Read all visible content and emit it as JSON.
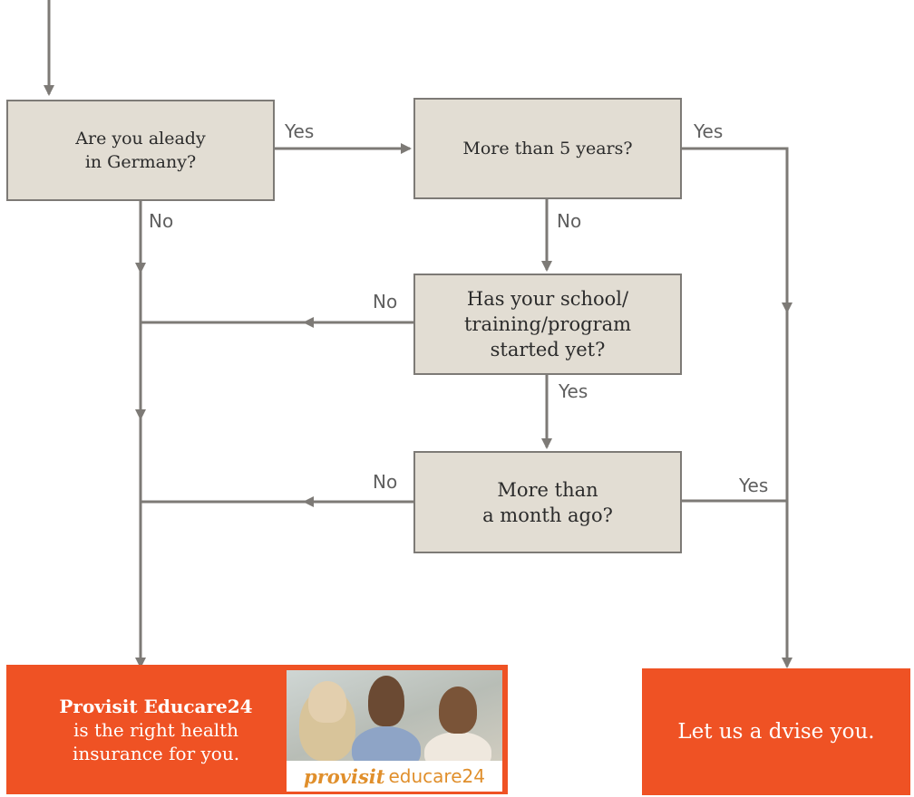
{
  "questions": {
    "q1": "Are you aleady\nin Germany?",
    "q2": "More than 5 years?",
    "q3": "Has your school/\ntraining/program\nstarted yet?",
    "q4": "More than\na month ago?"
  },
  "edge_labels": {
    "q1_yes": "Yes",
    "q1_no": "No",
    "q2_yes": "Yes",
    "q2_no": "No",
    "q3_no": "No",
    "q3_yes": "Yes",
    "q4_no": "No",
    "q4_yes": "Yes"
  },
  "results": {
    "left_title": "Provisit Educare24",
    "left_line2": "is the right health",
    "left_line3": "insurance for you.",
    "right_text": "Let us a dvise you."
  },
  "logo": {
    "part1": "provisit",
    "part2": "educare24"
  },
  "colors": {
    "box_fill": "#e2ddd3",
    "box_border": "#7d7a76",
    "line": "#7d7a76",
    "result_orange": "#ef5224",
    "logo_orange": "#e08f2c"
  }
}
